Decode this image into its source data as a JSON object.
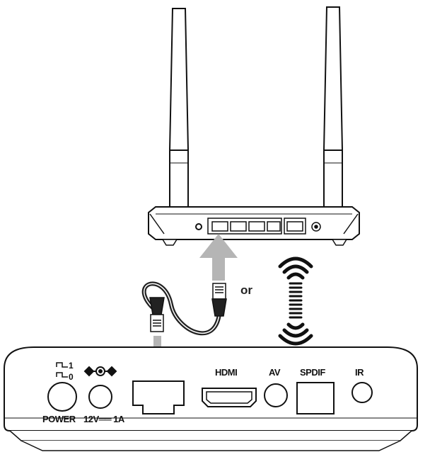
{
  "connection": {
    "or_label": "or"
  },
  "box_ports": {
    "power_label": "POWER",
    "power_switch_on": "1",
    "power_switch_off": "0",
    "dc_label": "12V══ 1A",
    "hdmi_label": "HDMI",
    "av_label": "AV",
    "spdif_label": "SPDIF",
    "ir_label": "IR"
  },
  "colors": {
    "stroke": "#111111",
    "arrow_gray": "#b5b5b5",
    "cable": "#222222",
    "antenna_fill": "#ffffff"
  },
  "icons": {
    "wifi": "wireless-signal-icon",
    "dc_polarity": "dc-polarity-icon",
    "power_switch": "power-switch-icon"
  }
}
